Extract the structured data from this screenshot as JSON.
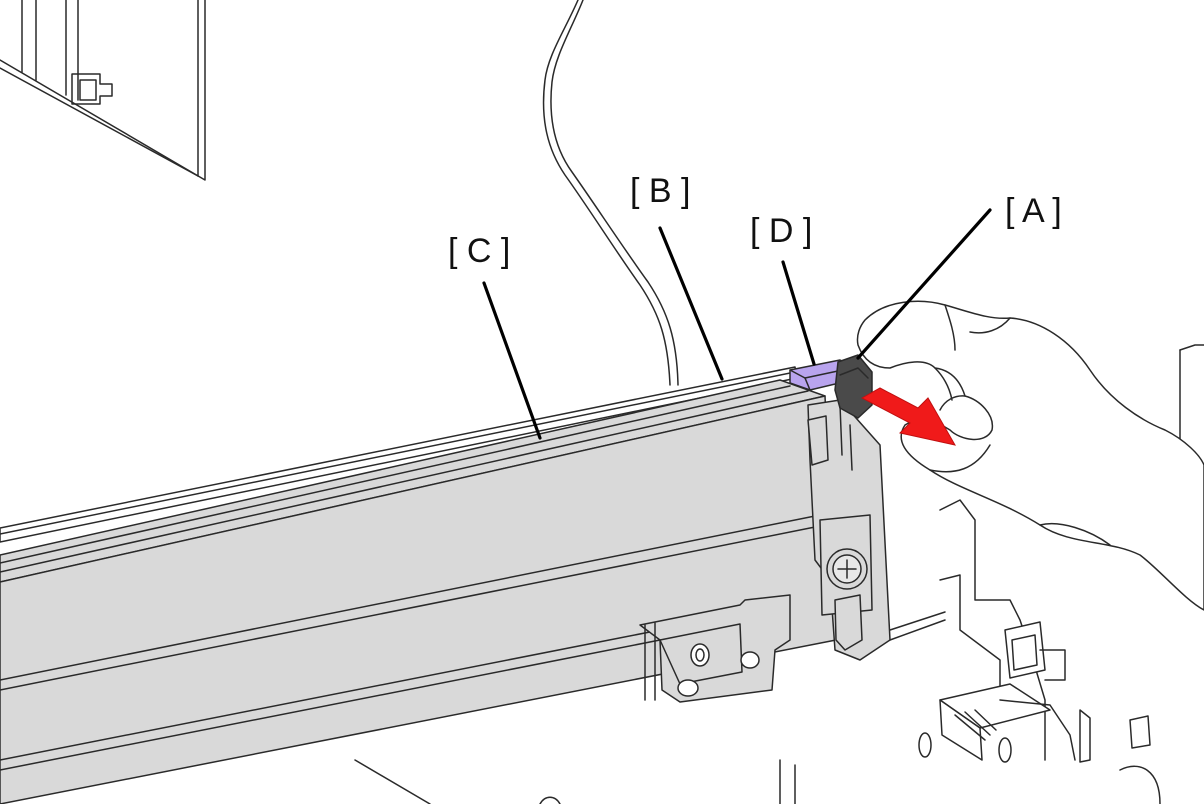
{
  "labels": {
    "a": "[ A ]",
    "b": "[ B ]",
    "c": "[ C ]",
    "d": "[ D ]"
  },
  "colors": {
    "background": "#ffffff",
    "unit_fill": "#d9d9d9",
    "tab_d": "#b9a4ee",
    "lever_a": "#4a4a4a",
    "arrow": "#f01a1a",
    "line": "#2a2a2a"
  }
}
